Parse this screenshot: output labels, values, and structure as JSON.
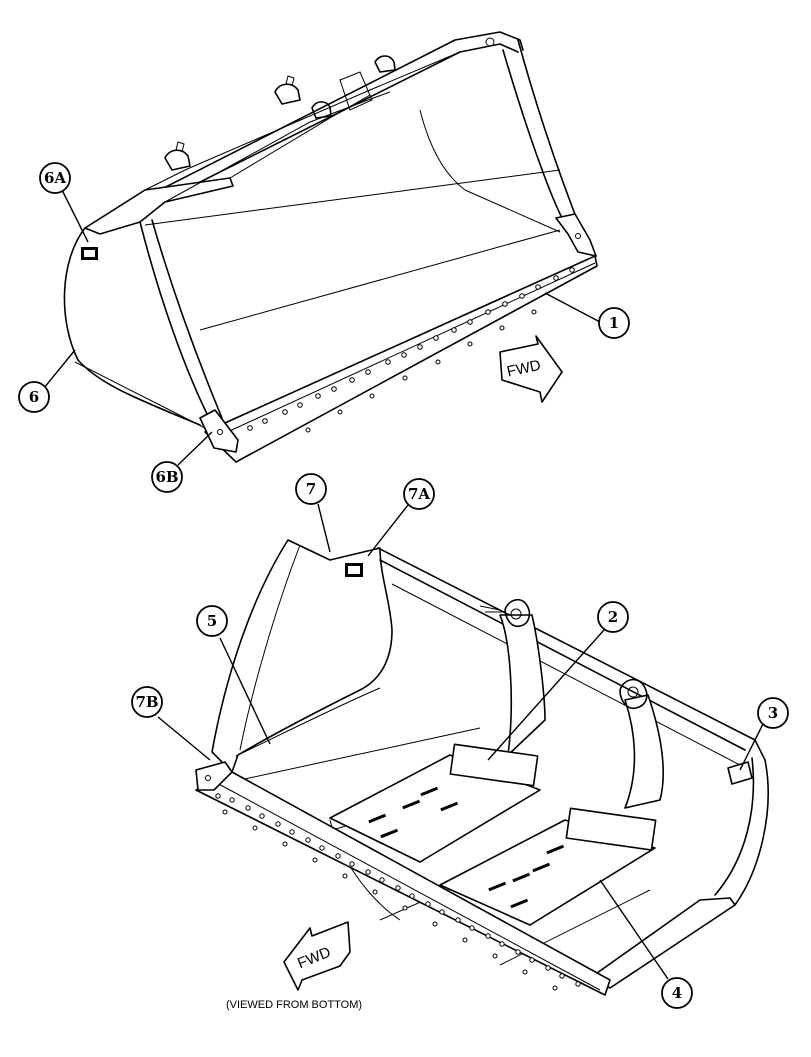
{
  "diagram": {
    "callouts": {
      "c1": "1",
      "c2": "2",
      "c3": "3",
      "c4": "4",
      "c5": "5",
      "c6": "6",
      "c6a": "6A",
      "c6b": "6B",
      "c7": "7",
      "c7a": "7A",
      "c7b": "7B"
    },
    "fwd_top": "FWD",
    "fwd_bottom": "FWD",
    "caption": "(VIEWED FROM BOTTOM)"
  }
}
